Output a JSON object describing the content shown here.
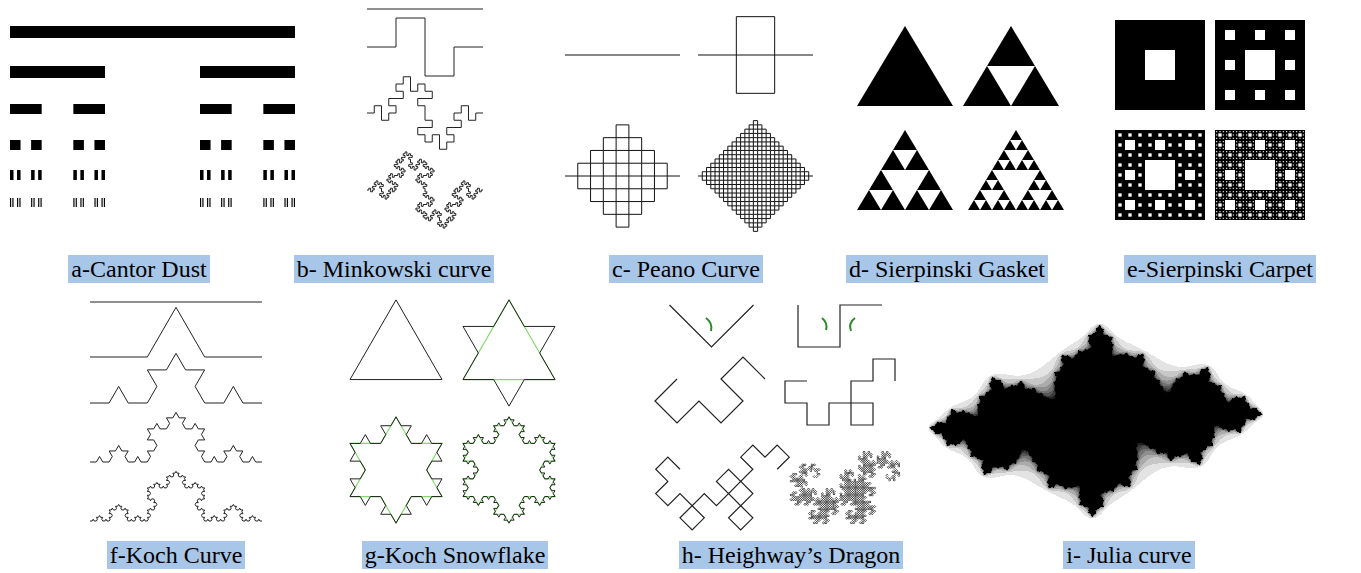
{
  "diagram": {
    "nodes": [
      {
        "text": [
          "a-Cantor Dust"
        ]
      },
      {
        "text": [
          "b- Minkowski curve"
        ]
      },
      {
        "text": [
          "c- Peano Curve"
        ]
      },
      {
        "text": [
          "d- Sierpinski Gasket"
        ]
      },
      {
        "text": [
          "e-Sierpinski Carpet"
        ]
      },
      {
        "text": [
          "f-Koch Curve"
        ]
      },
      {
        "text": [
          "g-Koch Snowflake"
        ]
      },
      {
        "text": [
          "h- Heighway’s Dragon"
        ]
      },
      {
        "text": [
          "i- Julia curve"
        ]
      }
    ]
  }
}
